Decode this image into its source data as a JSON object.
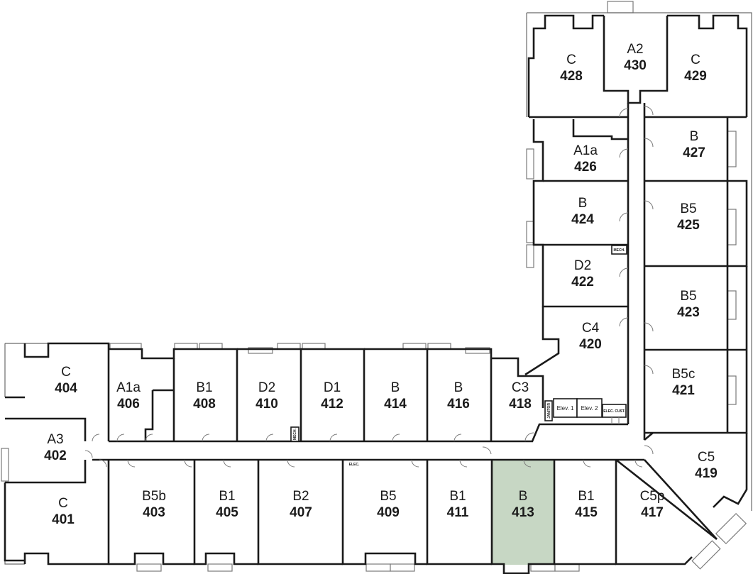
{
  "highlight_unit": "413",
  "highlight_color": "#c7d7c4",
  "units": [
    {
      "id": "428",
      "type": "C"
    },
    {
      "id": "430",
      "type": "A2"
    },
    {
      "id": "429",
      "type": "C"
    },
    {
      "id": "426",
      "type": "A1a"
    },
    {
      "id": "427",
      "type": "B"
    },
    {
      "id": "424",
      "type": "B"
    },
    {
      "id": "425",
      "type": "B5"
    },
    {
      "id": "422",
      "type": "D2"
    },
    {
      "id": "423",
      "type": "B5"
    },
    {
      "id": "420",
      "type": "C4"
    },
    {
      "id": "421",
      "type": "B5c"
    },
    {
      "id": "419",
      "type": "C5"
    },
    {
      "id": "404",
      "type": "C"
    },
    {
      "id": "406",
      "type": "A1a"
    },
    {
      "id": "408",
      "type": "B1"
    },
    {
      "id": "410",
      "type": "D2"
    },
    {
      "id": "412",
      "type": "D1"
    },
    {
      "id": "414",
      "type": "B"
    },
    {
      "id": "416",
      "type": "B"
    },
    {
      "id": "418",
      "type": "C3"
    },
    {
      "id": "402",
      "type": "A3"
    },
    {
      "id": "401",
      "type": "C"
    },
    {
      "id": "403",
      "type": "B5b"
    },
    {
      "id": "405",
      "type": "B1"
    },
    {
      "id": "407",
      "type": "B2"
    },
    {
      "id": "409",
      "type": "B5"
    },
    {
      "id": "411",
      "type": "B1"
    },
    {
      "id": "413",
      "type": "B"
    },
    {
      "id": "415",
      "type": "B1"
    },
    {
      "id": "417",
      "type": "C5p"
    }
  ],
  "service": {
    "elev1": "Elev. 1",
    "elev2": "Elev. 2",
    "elec_cust": "ELEC. CUST.",
    "mech": "MECH.",
    "elec": "ELEC.",
    "mech_small": "MECH.",
    "janitor": "JANITOR"
  }
}
